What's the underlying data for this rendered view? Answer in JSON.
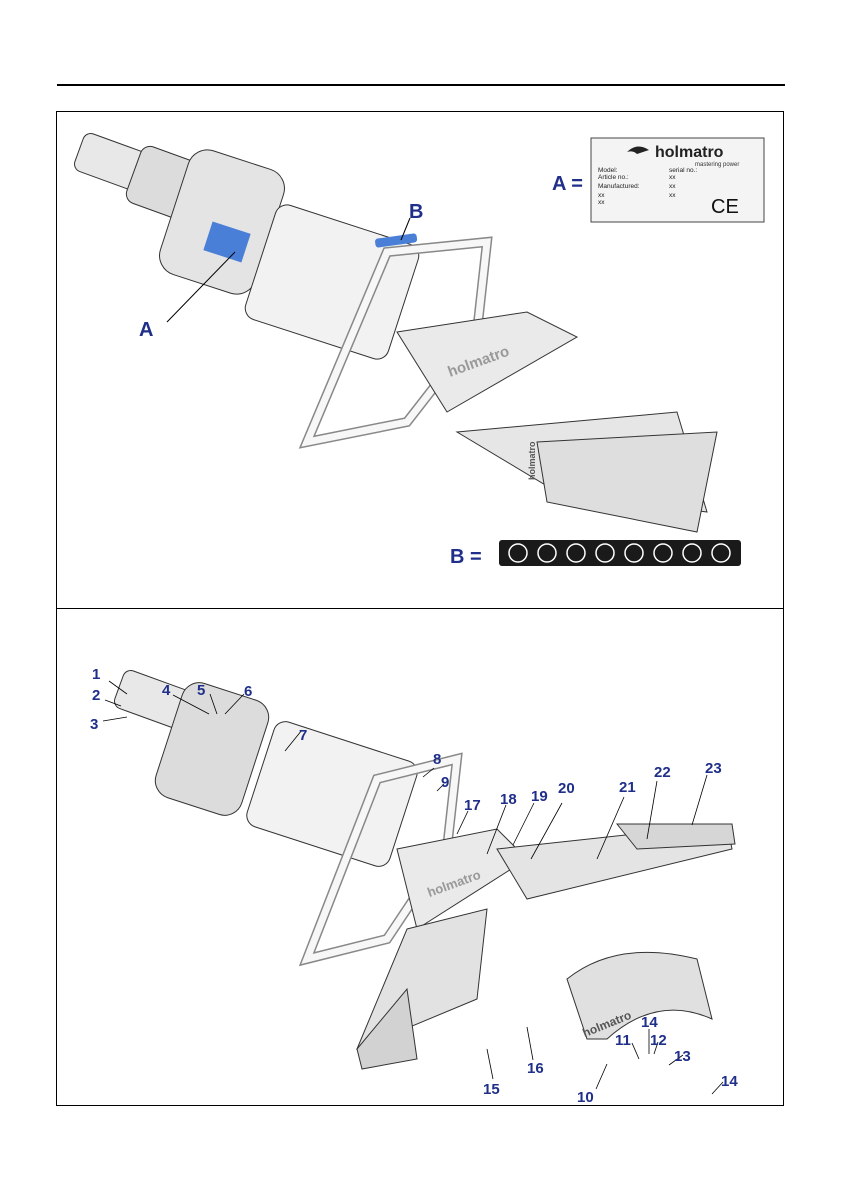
{
  "top": {
    "label_a": "A",
    "label_b": "B",
    "label_a_eq": "A =",
    "label_b_eq": "B =",
    "plate": {
      "brand": "holmatro",
      "tagline": "mastering power",
      "row1_left": "Model:",
      "row1_right": "serial no.:",
      "row2_left": "Article no.:",
      "row2_right": "xx",
      "row3_left": "Manufactured:",
      "row3_right": "xx",
      "row4_left": "xx",
      "row4_right": "xx",
      "row5_left": "xx",
      "ce_mark": "CE"
    },
    "tool_brand": "holmatro"
  },
  "bottom": {
    "callouts": [
      "1",
      "2",
      "3",
      "4",
      "5",
      "6",
      "7",
      "8",
      "9",
      "10",
      "11",
      "12",
      "13",
      "14",
      "14",
      "15",
      "16",
      "17",
      "18",
      "19",
      "20",
      "21",
      "22",
      "23"
    ],
    "tool_brand": "holmatro"
  },
  "icons": {
    "warning_icons": [
      "warning-triangle-icon",
      "read-manual-icon",
      "direction-arrow-icon",
      "protective-gear-icon",
      "warning-triangle-icon",
      "globe-icon",
      "hand-pinch-icon",
      "face-shield-icon"
    ]
  }
}
